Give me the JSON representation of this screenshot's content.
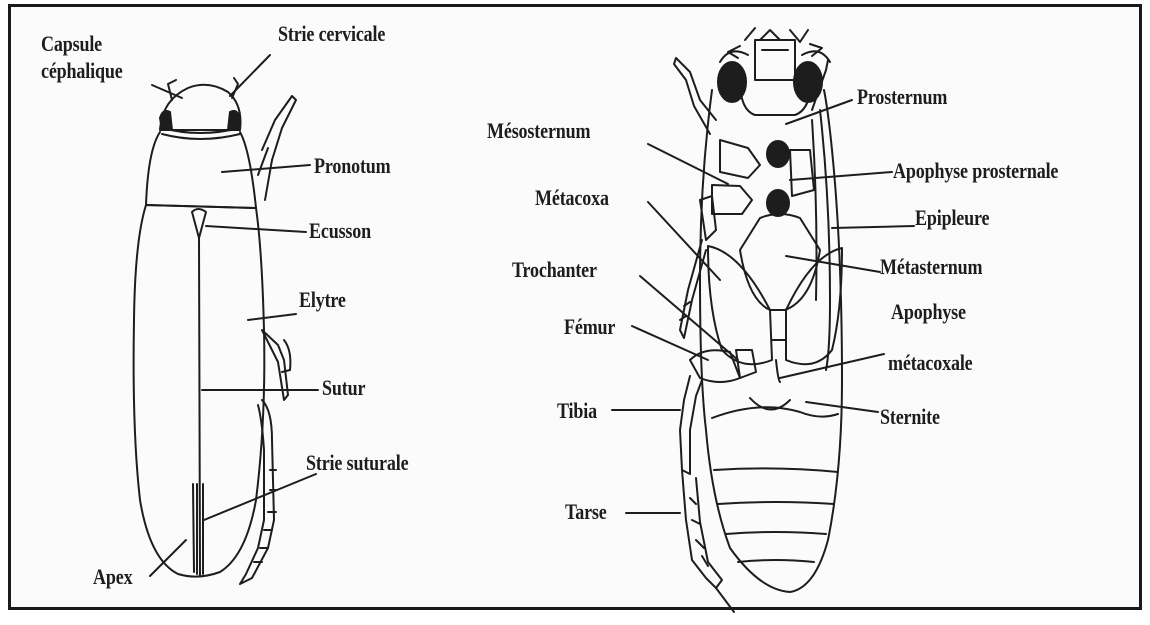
{
  "labels": {
    "capsule_cephalique": "Capsule\ncéphalique",
    "capsule_line1": "Capsule",
    "capsule_line2": "céphalique",
    "strie_cervicale": "Strie cervicale",
    "pronotum": "Pronotum",
    "ecusson": "Ecusson",
    "elytre": "Elytre",
    "sutur": "Sutur",
    "strie_suturale": "Strie suturale",
    "apex": "Apex",
    "mesosternum": "Mésosternum",
    "metacoxa": "Métacoxa",
    "trochanter": "Trochanter",
    "femur": "Fémur",
    "tibia": "Tibia",
    "tarse": "Tarse",
    "prosternum": "Prosternum",
    "apophyse_prosternale": "Apophyse prosternale",
    "epipleure": "Epipleure",
    "metasternum": "Métasternum",
    "apophyse_metacoxale_1": "Apophyse",
    "apophyse_metacoxale_2": "métacoxale",
    "sternite": "Sternite"
  },
  "colors": {
    "ink": "#1d1d1d",
    "frame": "#1a1a1a",
    "background": "#fbfbfb"
  }
}
